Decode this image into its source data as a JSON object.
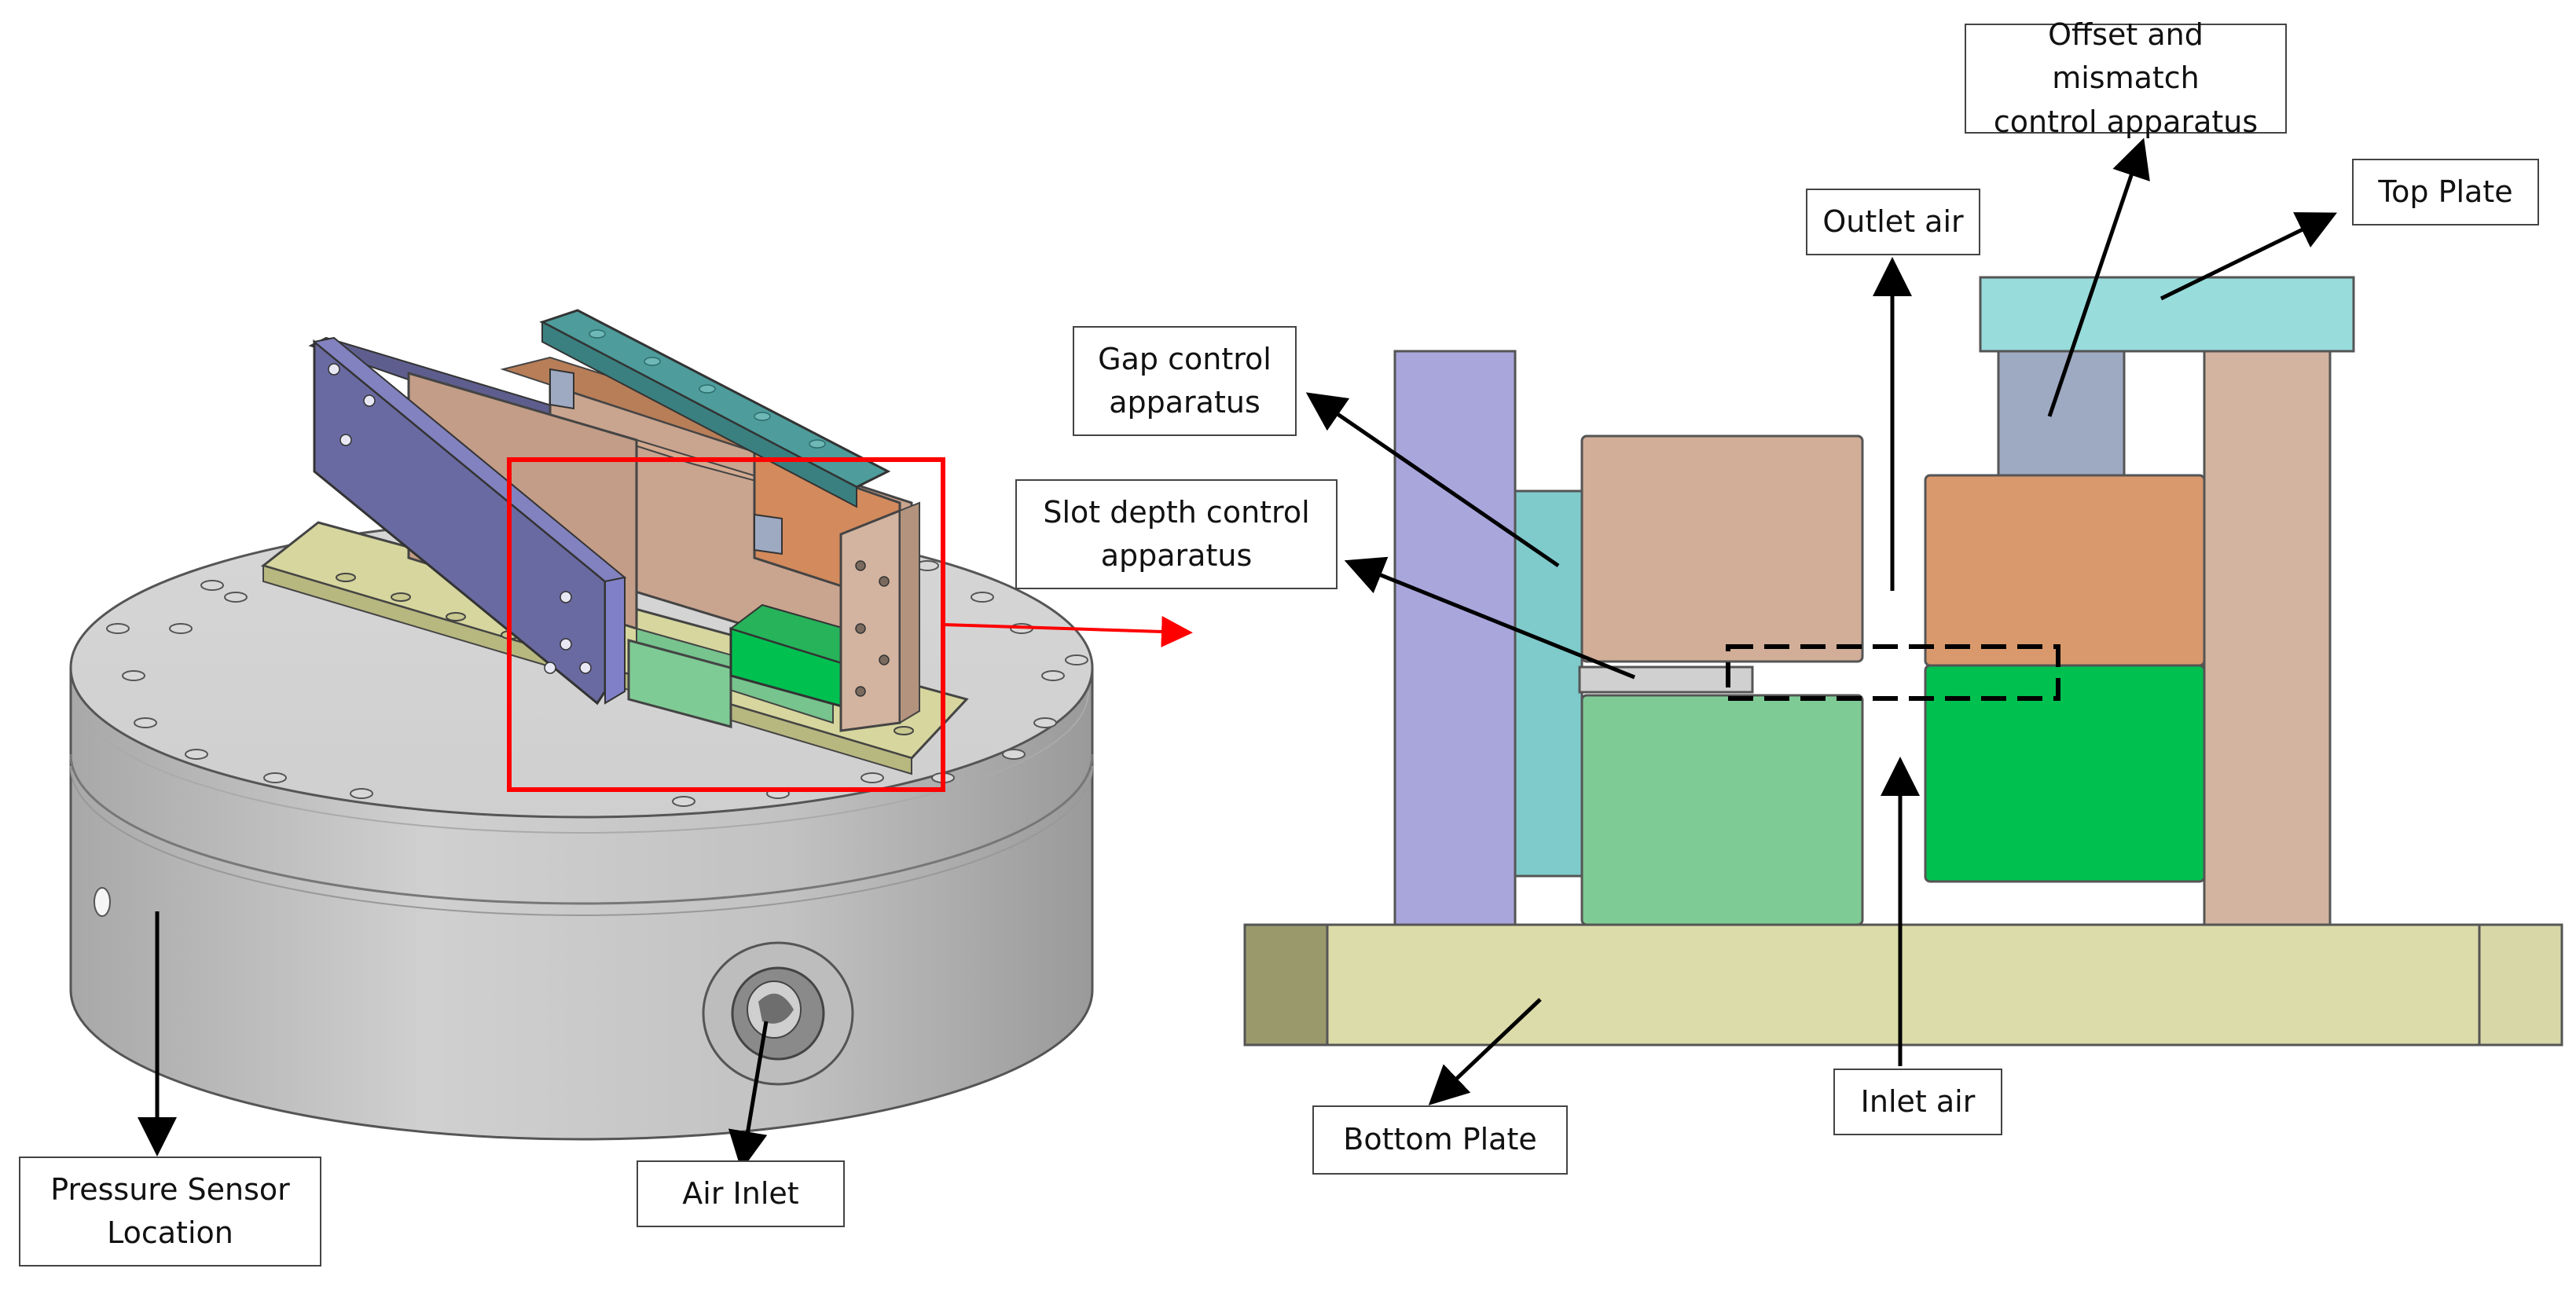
{
  "callouts": {
    "pressure_sensor": "Pressure Sensor\nLocation",
    "air_inlet": "Air Inlet",
    "gap_control": "Gap control\napparatus",
    "slot_depth": "Slot depth control\napparatus",
    "outlet_air": "Outlet air",
    "offset_mismatch": "Offset and mismatch\ncontrol apparatus",
    "top_plate": "Top Plate",
    "bottom_plate": "Bottom Plate",
    "inlet_air": "Inlet air"
  },
  "colors": {
    "base_body": "#c4c4c4",
    "base_top": "#d9d9d9",
    "purple_plate": "#a9a6dc",
    "teal_block": "#7fcbcc",
    "tan_block": "#d2ae98",
    "orange_block": "#d9996c",
    "light_green": "#7fcb95",
    "dark_green": "#00c050",
    "top_plate": "#98dcdc",
    "gray_post": "#9ea9c2",
    "beige_post": "#d3b4a0",
    "bottom_plate": "#dcdcaa",
    "bottom_plate_end": "#99996c",
    "highlight_red": "#ff0000"
  }
}
